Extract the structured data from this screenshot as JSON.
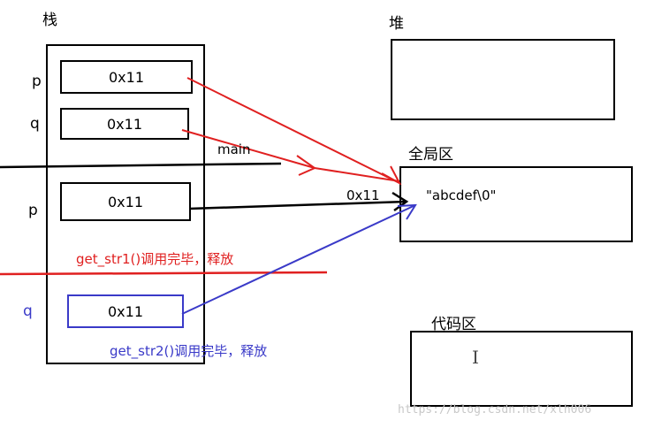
{
  "stack": {
    "title": "栈",
    "cells": [
      {
        "var": "p",
        "value": "0x11"
      },
      {
        "var": "q",
        "value": "0x11"
      },
      {
        "var": "p",
        "value": "0x11"
      },
      {
        "var": "q",
        "value": "0x11"
      }
    ],
    "frame_label": "main",
    "release1": "get_str1()调用完毕，释放",
    "release2": "get_str2()调用完毕，释放"
  },
  "heap": {
    "title": "堆"
  },
  "global": {
    "title": "全局区",
    "address": "0x11",
    "string": "\"abcdef\\0\""
  },
  "code": {
    "title": "代码区",
    "cursor": "I"
  },
  "watermark": "https://blog.csdn.net/xlh006",
  "colors": {
    "red": "#e02020",
    "blue": "#3a3ac8",
    "black": "#000000"
  }
}
